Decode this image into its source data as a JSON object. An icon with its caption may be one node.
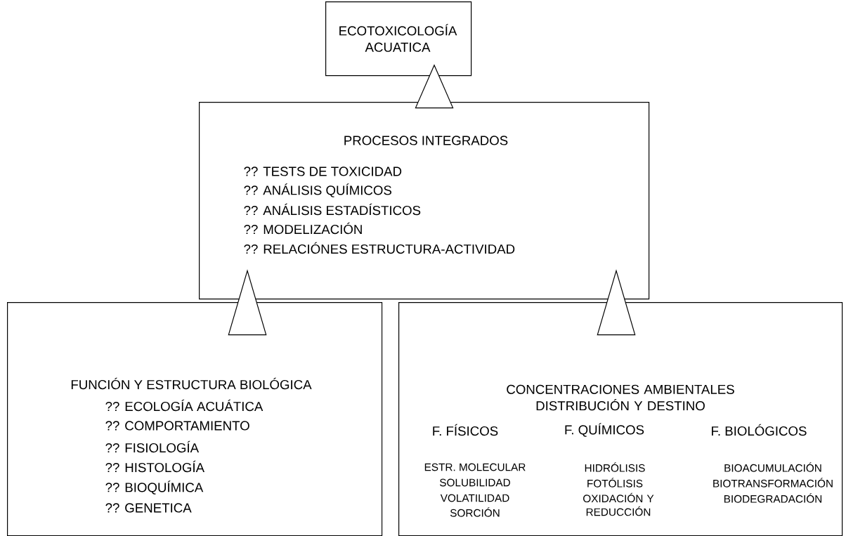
{
  "diagram": {
    "nodes": [
      {
        "text": [
          "ECOTOXICOLOGÍA ACUATICA"
        ]
      },
      {
        "text": [
          "PROCESOS INTEGRADOS",
          "?? TESTS DE TOXICIDAD",
          "?? ANÁLISIS QUÍMICOS",
          "?? ANÁLISIS ESTADÍSTICOS",
          "?? MODELIZACIÓN",
          "?? RELACIÓNES ESTRUCTURA-ACTIVIDAD"
        ]
      },
      {
        "text": [
          "FUNCIÓN Y ESTRUCTURA BIOLÓGICA",
          "?? ECOLOGÍA ACUÁTICA",
          "?? COMPORTAMIENTO",
          "?? FISIOLOGÍA",
          "?? HISTOLOGÍA",
          "?? BIOQUÍMICA",
          "?? GENETICA"
        ]
      },
      {
        "text": [
          "CONCENTRACIONES AMBIENTALES DISTRIBUCIÓN Y DESTINO",
          "F. FÍSICOS",
          "F. QUÍMICOS",
          "F. BIOLÓGICOS",
          "ESTR. MOLECULAR",
          "SOLUBILIDAD",
          "VOLATILIDAD",
          "SORCIÓN",
          "HIDRÓLISIS",
          "FOTÓLISIS",
          "OXIDACIÓN Y REDUCCIÓN",
          "BIOACUMULACIÓN",
          "BIOTRANSFORMACIÓN",
          "BIODEGRADACIÓN"
        ]
      }
    ],
    "edges": [
      {
        "from": 1,
        "to": 0,
        "arrow": "to"
      },
      {
        "from": 2,
        "to": 1,
        "arrow": "to"
      },
      {
        "from": 3,
        "to": 1,
        "arrow": "to"
      }
    ]
  }
}
